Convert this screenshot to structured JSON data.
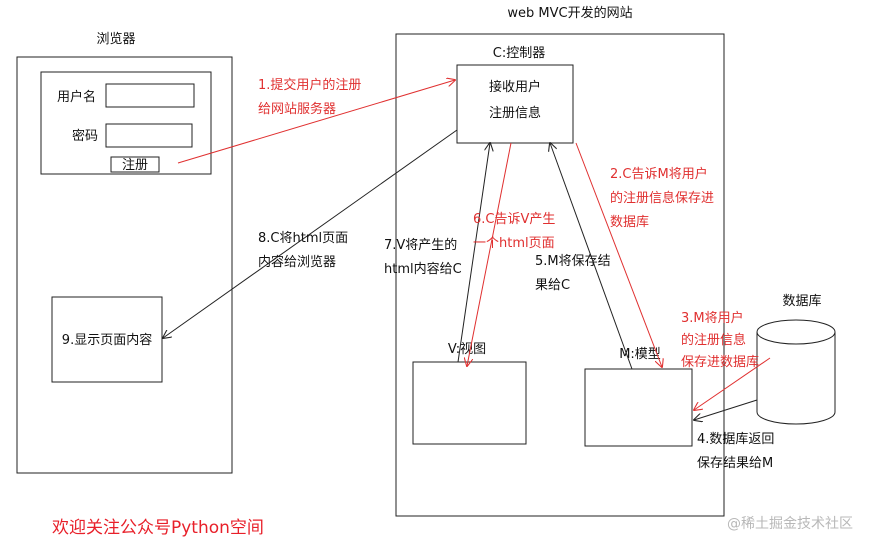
{
  "colors": {
    "line": "#222222",
    "accent": "#e03030",
    "watermark": "#b8b8b8"
  },
  "site_title": "web MVC开发的网站",
  "browser": {
    "title": "浏览器",
    "username_label": "用户名",
    "password_label": "密码",
    "register_button": "注册",
    "display_label": "9.显示页面内容"
  },
  "controller": {
    "title": "C:控制器",
    "line1": "接收用户",
    "line2": "注册信息"
  },
  "view": {
    "title": "V:视图"
  },
  "model": {
    "title": "M:模型"
  },
  "database": {
    "title": "数据库"
  },
  "steps": {
    "s1": [
      "1.提交用户的注册",
      "给网站服务器"
    ],
    "s2": [
      "2.C告诉M将用户",
      "的注册信息保存进",
      "数据库"
    ],
    "s3": [
      "3.M将用户",
      "的注册信息",
      "保存进数据库"
    ],
    "s4": [
      "4.数据库返回",
      "保存结果给M"
    ],
    "s5": [
      "5.M将保存结",
      "果给C"
    ],
    "s6": [
      "6.C告诉V产生",
      "一个html页面"
    ],
    "s7": [
      "7.V将产生的",
      "html内容给C"
    ],
    "s8": [
      "8.C将html页面",
      "内容给浏览器"
    ]
  },
  "footer": {
    "promo": "欢迎关注公众号Python空间",
    "watermark": "@稀土掘金技术社区"
  }
}
